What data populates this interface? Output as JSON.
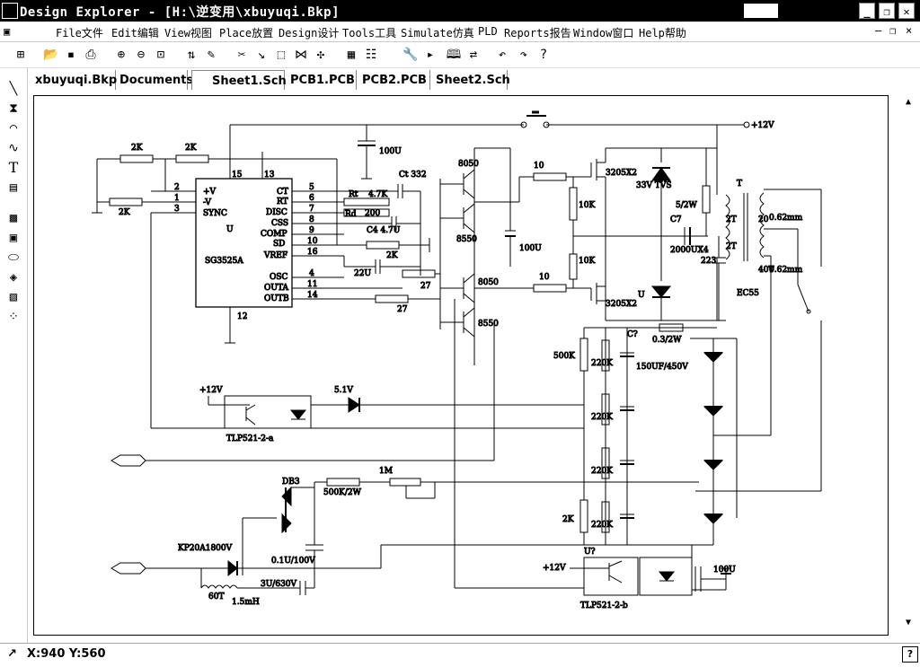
{
  "window": {
    "title": "Design Explorer - [H:\\逆变用\\xbuyuqi.Bkp]"
  },
  "menu": [
    {
      "label": "File文件"
    },
    {
      "label": "Edit编辑"
    },
    {
      "label": "View视图"
    },
    {
      "label": "Place放置"
    },
    {
      "label": "Design设计"
    },
    {
      "label": "Tools工具"
    },
    {
      "label": "Simulate仿真"
    },
    {
      "label": "PLD"
    },
    {
      "label": "Reports报告"
    },
    {
      "label": "Window窗口"
    },
    {
      "label": "Help帮助"
    }
  ],
  "tabs": [
    {
      "label": "xbuyuqi.Bkp"
    },
    {
      "label": "Documents"
    },
    {
      "label": "Sheet1.Sch",
      "active": true
    },
    {
      "label": "PCB1.PCB"
    },
    {
      "label": "PCB2.PCB"
    },
    {
      "label": "Sheet2.Sch"
    }
  ],
  "status": {
    "coords": "X:940 Y:560",
    "help": "?"
  },
  "schematic": {
    "ic_pins": {
      "V+": "+V",
      "V-": "-V",
      "sync": "SYNC",
      "ct": "CT",
      "rt": "RT",
      "disc": "DISC",
      "css": "CSS",
      "comp": "COMP",
      "sd": "SD",
      "vref": "VREF",
      "osc": "OSC",
      "outa": "OUTA",
      "outb": "OUTB",
      "u": "U"
    },
    "pin_numbers": {
      "p15": "15",
      "p13": "13",
      "p2": "2",
      "p1": "1",
      "p3": "3",
      "p5": "5",
      "p6": "6",
      "p7": "7",
      "p8": "8",
      "p9": "9",
      "p10": "10",
      "p16": "16",
      "p4": "4",
      "p11": "11",
      "p14": "14",
      "p12": "12"
    },
    "labels": {
      "ic_name": "SG3525A",
      "r2k_a": "2K",
      "r2k_b": "2K",
      "r2k_c": "2K",
      "c100u": "100U",
      "ct332": "Ct 332",
      "rt": "Rt",
      "r47k": "4.7K",
      "rd": "Rd",
      "r200": "200",
      "c447u": "C4 4.7U",
      "r2k_d": "2K",
      "c22u": "22U",
      "r27a": "27",
      "r27b": "27",
      "q8050a": "8050",
      "q8550a": "8550",
      "q8050b": "8050",
      "q8550b": "8550",
      "c100u_b": "100U",
      "r10a": "10",
      "r10b": "10",
      "r10k_a": "10K",
      "r10k_b": "10K",
      "m3205a": "3205X2",
      "m3205b": "3205X2",
      "tvs": "33V TVS",
      "tvs_u": "U",
      "r52w": "5/2W",
      "c7": "C7",
      "c2000": "2000UX4",
      "c223": "223",
      "t": "T",
      "ec55": "EC55",
      "n2t_a": "2T",
      "n2t_b": "2T",
      "n20": "20",
      "n40t": "40T",
      "w062a": "0.62mm",
      "w062b": "0.62mm",
      "vcc": "+12V",
      "r500k": "500K",
      "r220k_a": "220K",
      "r220k_b": "220K",
      "r220k_c": "220K",
      "r220k_d": "220K",
      "cq": "C?",
      "c150u": "150UF/450V",
      "r03": "0.3/2W",
      "vcc2": "+12V",
      "z51": "5.1V",
      "tlp_a": "TLP521-2-a",
      "db3": "DB3",
      "r500k2w": "500K/2W",
      "r1m": "1M",
      "kp": "KP20A1800V",
      "c01u": "0.1U/100V",
      "r2k_e": "2K",
      "uq": "U?",
      "vcc3": "+12V",
      "tlp_b": "TLP521-2-b",
      "c100u_c": "100U",
      "n60t": "60T",
      "l15mh": "1.5mH",
      "c3u": "3U/630V"
    }
  }
}
